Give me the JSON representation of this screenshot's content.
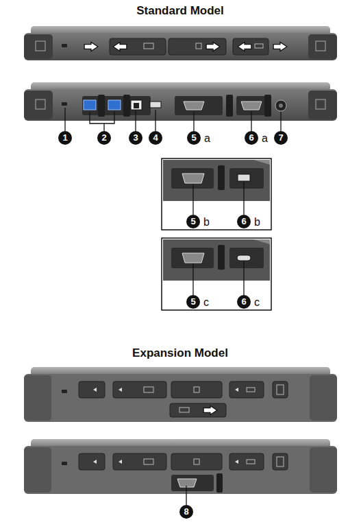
{
  "diagram": {
    "labels": [
      "Standard Model",
      "1",
      "2",
      "3",
      "4",
      "5",
      "a",
      "6",
      "a",
      "7",
      "5",
      "b",
      "6",
      "b",
      "5",
      "c",
      "6",
      "c",
      "Expansion Model",
      "8"
    ]
  }
}
